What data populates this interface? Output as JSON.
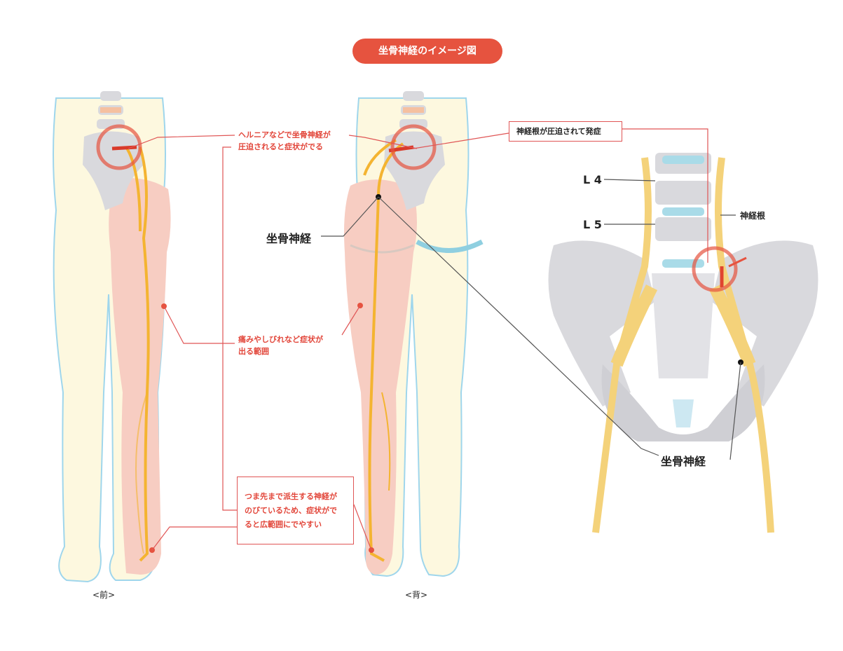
{
  "title": "坐骨神経のイメージ図",
  "annotations": {
    "hernia_line1": "ヘルニアなどで坐骨神経が",
    "hernia_line2": "圧迫されると症状がでる",
    "root_compressed": "神経根が圧迫されて発症",
    "range_line1": "痛みやしびれなど症状が",
    "range_line2": "出る範囲",
    "toe_line1": "つま先まで派生する神経が",
    "toe_line2": "のびているため、症状がで",
    "toe_line3": "ると広範囲にでやすい"
  },
  "labels": {
    "sciatic_back": "坐骨神経",
    "sciatic_pelvis": "坐骨神経",
    "l4": "L 4",
    "l5": "L 5",
    "nerve_root": "神経根",
    "front": "<前>",
    "back": "<背>"
  },
  "colors": {
    "accent": "#e6533f",
    "nerve": "#f4b431",
    "pain": "#f7cdc2",
    "skin": "#fdf8df",
    "outline": "#9fd6ec",
    "bone": "#d9d9dd"
  }
}
